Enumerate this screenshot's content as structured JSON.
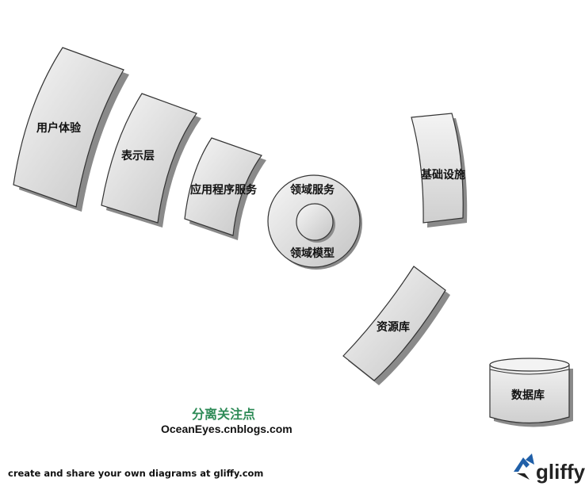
{
  "layers": {
    "user_experience": "用户体验",
    "presentation": "表示层",
    "application_service": "应用程序服务",
    "domain_service": "领域服务",
    "domain_model": "领域模型",
    "infrastructure": "基础设施",
    "repository": "资源库",
    "database": "数据库"
  },
  "caption": {
    "title": "分离关注点",
    "site": "OceanEyes.cnblogs.com"
  },
  "footer": {
    "text": "create and share your own diagrams at gliffy.com",
    "brand": "gliffy"
  },
  "colors": {
    "shape_fill_light": "#f2f2f2",
    "shape_fill_dark": "#c8c8c8",
    "stroke": "#333333",
    "shadow": "#8a8a8a",
    "caption_green": "#2e8b57"
  }
}
